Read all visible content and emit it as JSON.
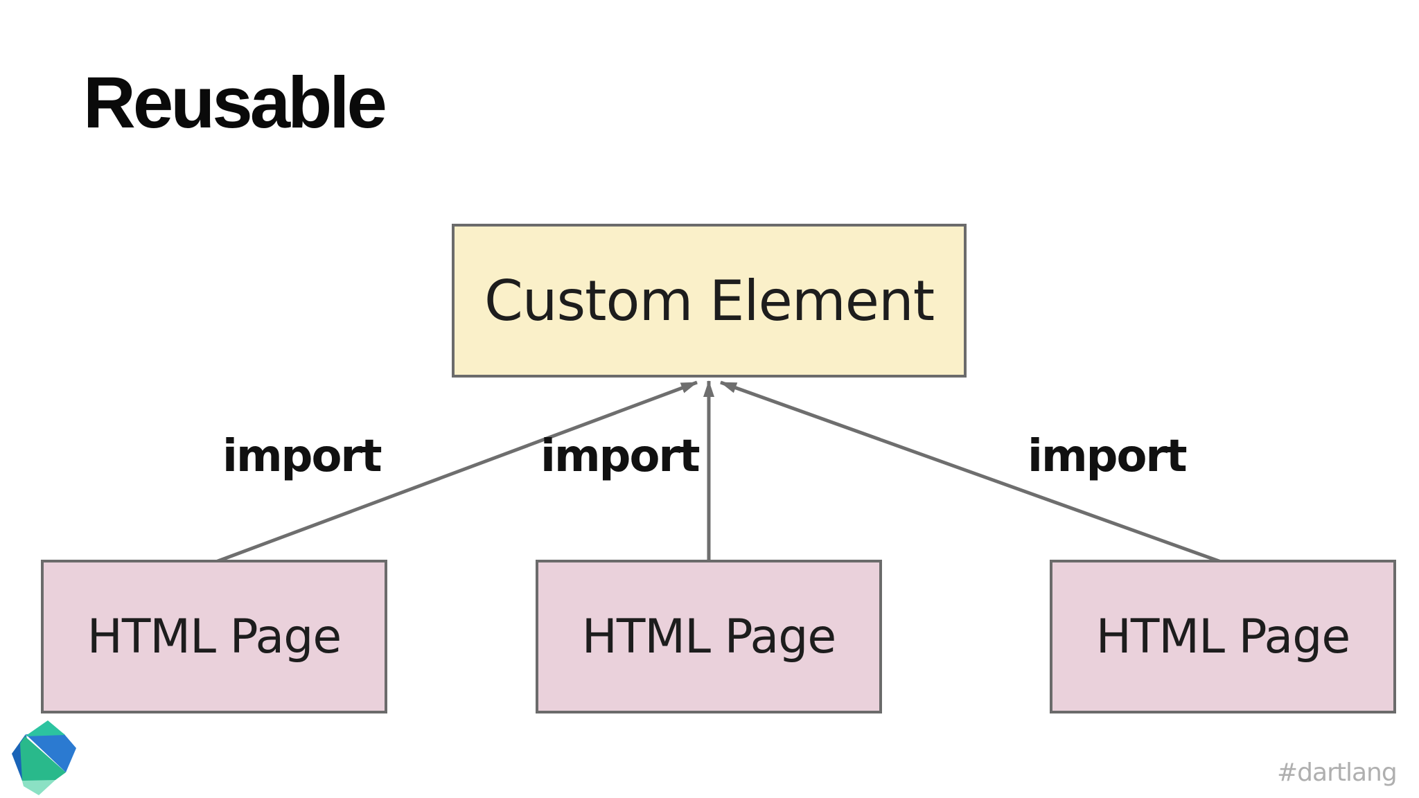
{
  "slide": {
    "title": "Reusable",
    "hashtag": "#dartlang"
  },
  "diagram": {
    "root": {
      "label": "Custom Element",
      "fill": "#faf0c9"
    },
    "pages": [
      {
        "label": "HTML Page"
      },
      {
        "label": "HTML Page"
      },
      {
        "label": "HTML Page"
      }
    ],
    "page_fill": "#ead1db",
    "edges": [
      {
        "label": "import",
        "from": "html-page-1",
        "to": "custom-element"
      },
      {
        "label": "import",
        "from": "html-page-2",
        "to": "custom-element"
      },
      {
        "label": "import",
        "from": "html-page-3",
        "to": "custom-element"
      }
    ],
    "colors": {
      "node_border": "#6b6b6b",
      "arrow": "#6e6e6e",
      "label_text": "#111111",
      "node_text": "#1d1d1d",
      "hashtag_text": "#afafaf"
    }
  },
  "logo": {
    "name": "dart-logo",
    "colors": {
      "teal": "#2cc3a0",
      "blue": "#2b7ad1",
      "dark_blue": "#1a64b7",
      "green": "#29b98b",
      "light_green": "#8be1c4"
    }
  }
}
